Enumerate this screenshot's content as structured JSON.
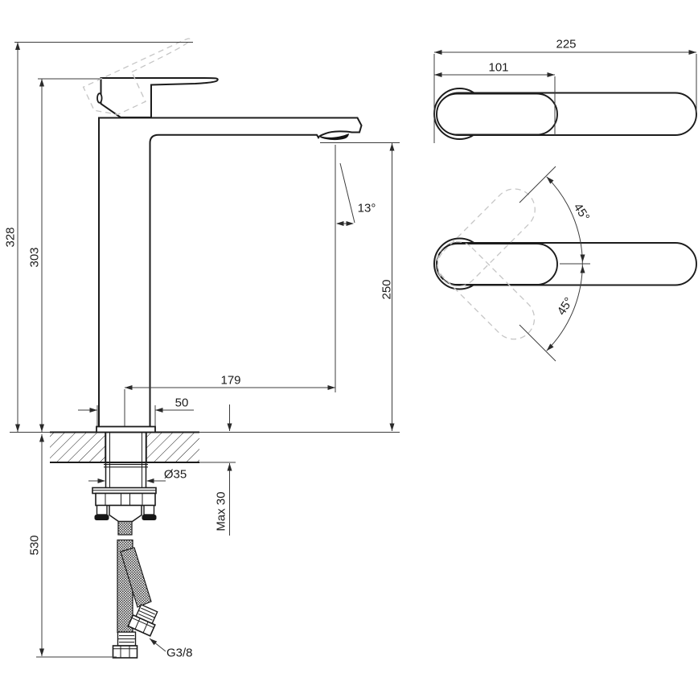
{
  "drawing": {
    "side_view": {
      "overall_height": "328",
      "height_to_spout": "303",
      "below_deck_length": "530",
      "base_width": "50",
      "spout_reach": "179",
      "spout_clearance": "250",
      "spout_angle": "13°",
      "hole_diameter": "Ø35",
      "deck_thickness": "Max 30",
      "connection_thread": "G3/8"
    },
    "top_view": {
      "overall_length": "225",
      "body_length": "101",
      "handle_swing_up": "45°",
      "handle_swing_down": "45°"
    },
    "colors": {
      "line": "#1c1c1c",
      "dim_line": "#3d3d3d",
      "dashed": "#c6c6c6",
      "background": "#ffffff"
    }
  }
}
